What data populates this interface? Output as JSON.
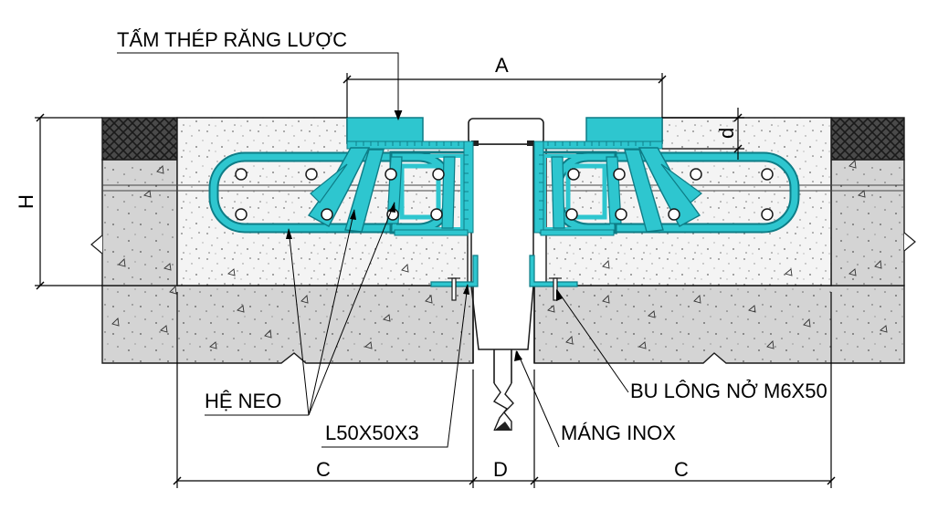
{
  "labels": {
    "comb_plate": "TẤM THÉP RĂNG LƯỢC",
    "anchor_system": "HỆ NEO",
    "angle_steel": "L50X50X3",
    "stainless_gutter": "MÁNG INOX",
    "anchor_bolt": "BU LÔNG NỞ M6X50"
  },
  "dimensions": {
    "A": "A",
    "H": "H",
    "d": "d",
    "C_left": "C",
    "D": "D",
    "C_right": "C"
  },
  "colors": {
    "steel": "#2ec6cf",
    "steel_edge": "#0d7c86",
    "concrete": "#d2d2d2",
    "fill_concrete": "#f3f3f3",
    "asphalt": "#3a3a3a",
    "line": "#000000"
  }
}
